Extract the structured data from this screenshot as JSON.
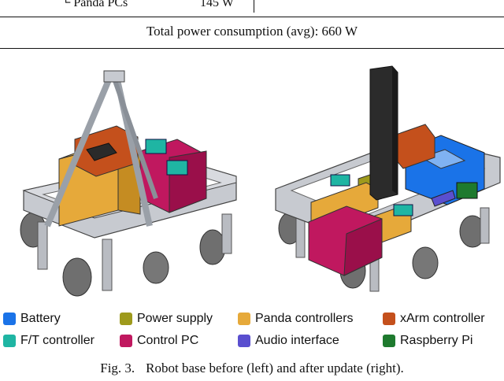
{
  "table": {
    "row_label": "└ Panda PCs",
    "row_value": "145 W",
    "total": "Total power consumption (avg): 660 W"
  },
  "legend": [
    {
      "label": "Battery",
      "color": "#1a73e8"
    },
    {
      "label": "Power supply",
      "color": "#9e9a1c"
    },
    {
      "label": "Panda controllers",
      "color": "#e6a93a"
    },
    {
      "label": "xArm controller",
      "color": "#c4501c"
    },
    {
      "label": "F/T controller",
      "color": "#1fb5a3"
    },
    {
      "label": "Control PC",
      "color": "#c0185f"
    },
    {
      "label": "Audio interface",
      "color": "#5a4fcf"
    },
    {
      "label": "Raspberry Pi",
      "color": "#1e7a2e"
    }
  ],
  "caption": {
    "figure_number": "Fig. 3.",
    "text": "Robot base before (left) and after update (right)."
  }
}
